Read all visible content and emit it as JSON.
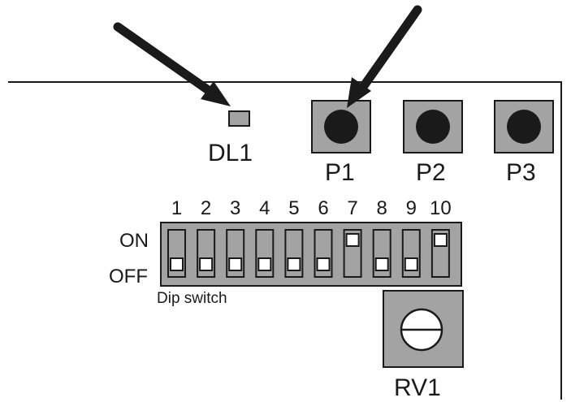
{
  "labels": {
    "led": "DL1",
    "buttons": [
      "P1",
      "P2",
      "P3"
    ],
    "on": "ON",
    "off": "OFF",
    "dip_caption": "Dip switch",
    "trimmer": "RV1"
  },
  "dip_switch": {
    "numbers": [
      "1",
      "2",
      "3",
      "4",
      "5",
      "6",
      "7",
      "8",
      "9",
      "10"
    ],
    "states": [
      "off",
      "off",
      "off",
      "off",
      "off",
      "off",
      "on",
      "off",
      "off",
      "on"
    ]
  },
  "colors": {
    "component_gray": "#a3a3a3",
    "button_cap": "#1a1a1a",
    "outline": "#1a1a1a"
  }
}
